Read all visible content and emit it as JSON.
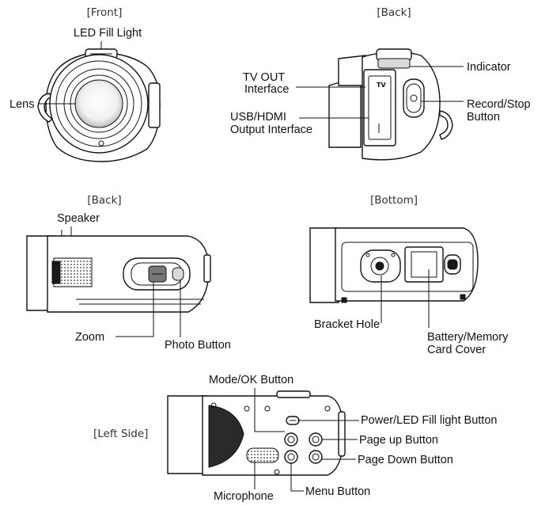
{
  "front": {
    "view_title": "[Front]",
    "led_fill_light": "LED Fill Light",
    "lens": "Lens"
  },
  "back_top": {
    "view_title": "[Back]",
    "tv_out_line1": "TV OUT",
    "tv_out_line2": "Interface",
    "usb_hdmi_line1": "USB/HDMI",
    "usb_hdmi_line2": "Output Interface",
    "indicator": "Indicator",
    "record_stop_line1": "Record/Stop",
    "record_stop_line2": "Button",
    "tv_mark": "TV"
  },
  "back_side": {
    "view_title": "[Back]",
    "speaker": "Speaker",
    "zoom": "Zoom",
    "photo_button": "Photo Button"
  },
  "bottom": {
    "view_title": "[Bottom]",
    "bracket_hole": "Bracket Hole",
    "battery_line1": "Battery/Memory",
    "battery_line2": "Card Cover"
  },
  "left_side": {
    "view_title": "[Left Side]",
    "mode_ok_button": "Mode/OK Button",
    "power_led_button": "Power/LED Fill light Button",
    "page_up_button": "Page up Button",
    "page_down_button": "Page Down Button",
    "menu_button": "Menu Button",
    "microphone": "Microphone"
  },
  "colors": {
    "line": "#111111",
    "background": "#ffffff"
  }
}
